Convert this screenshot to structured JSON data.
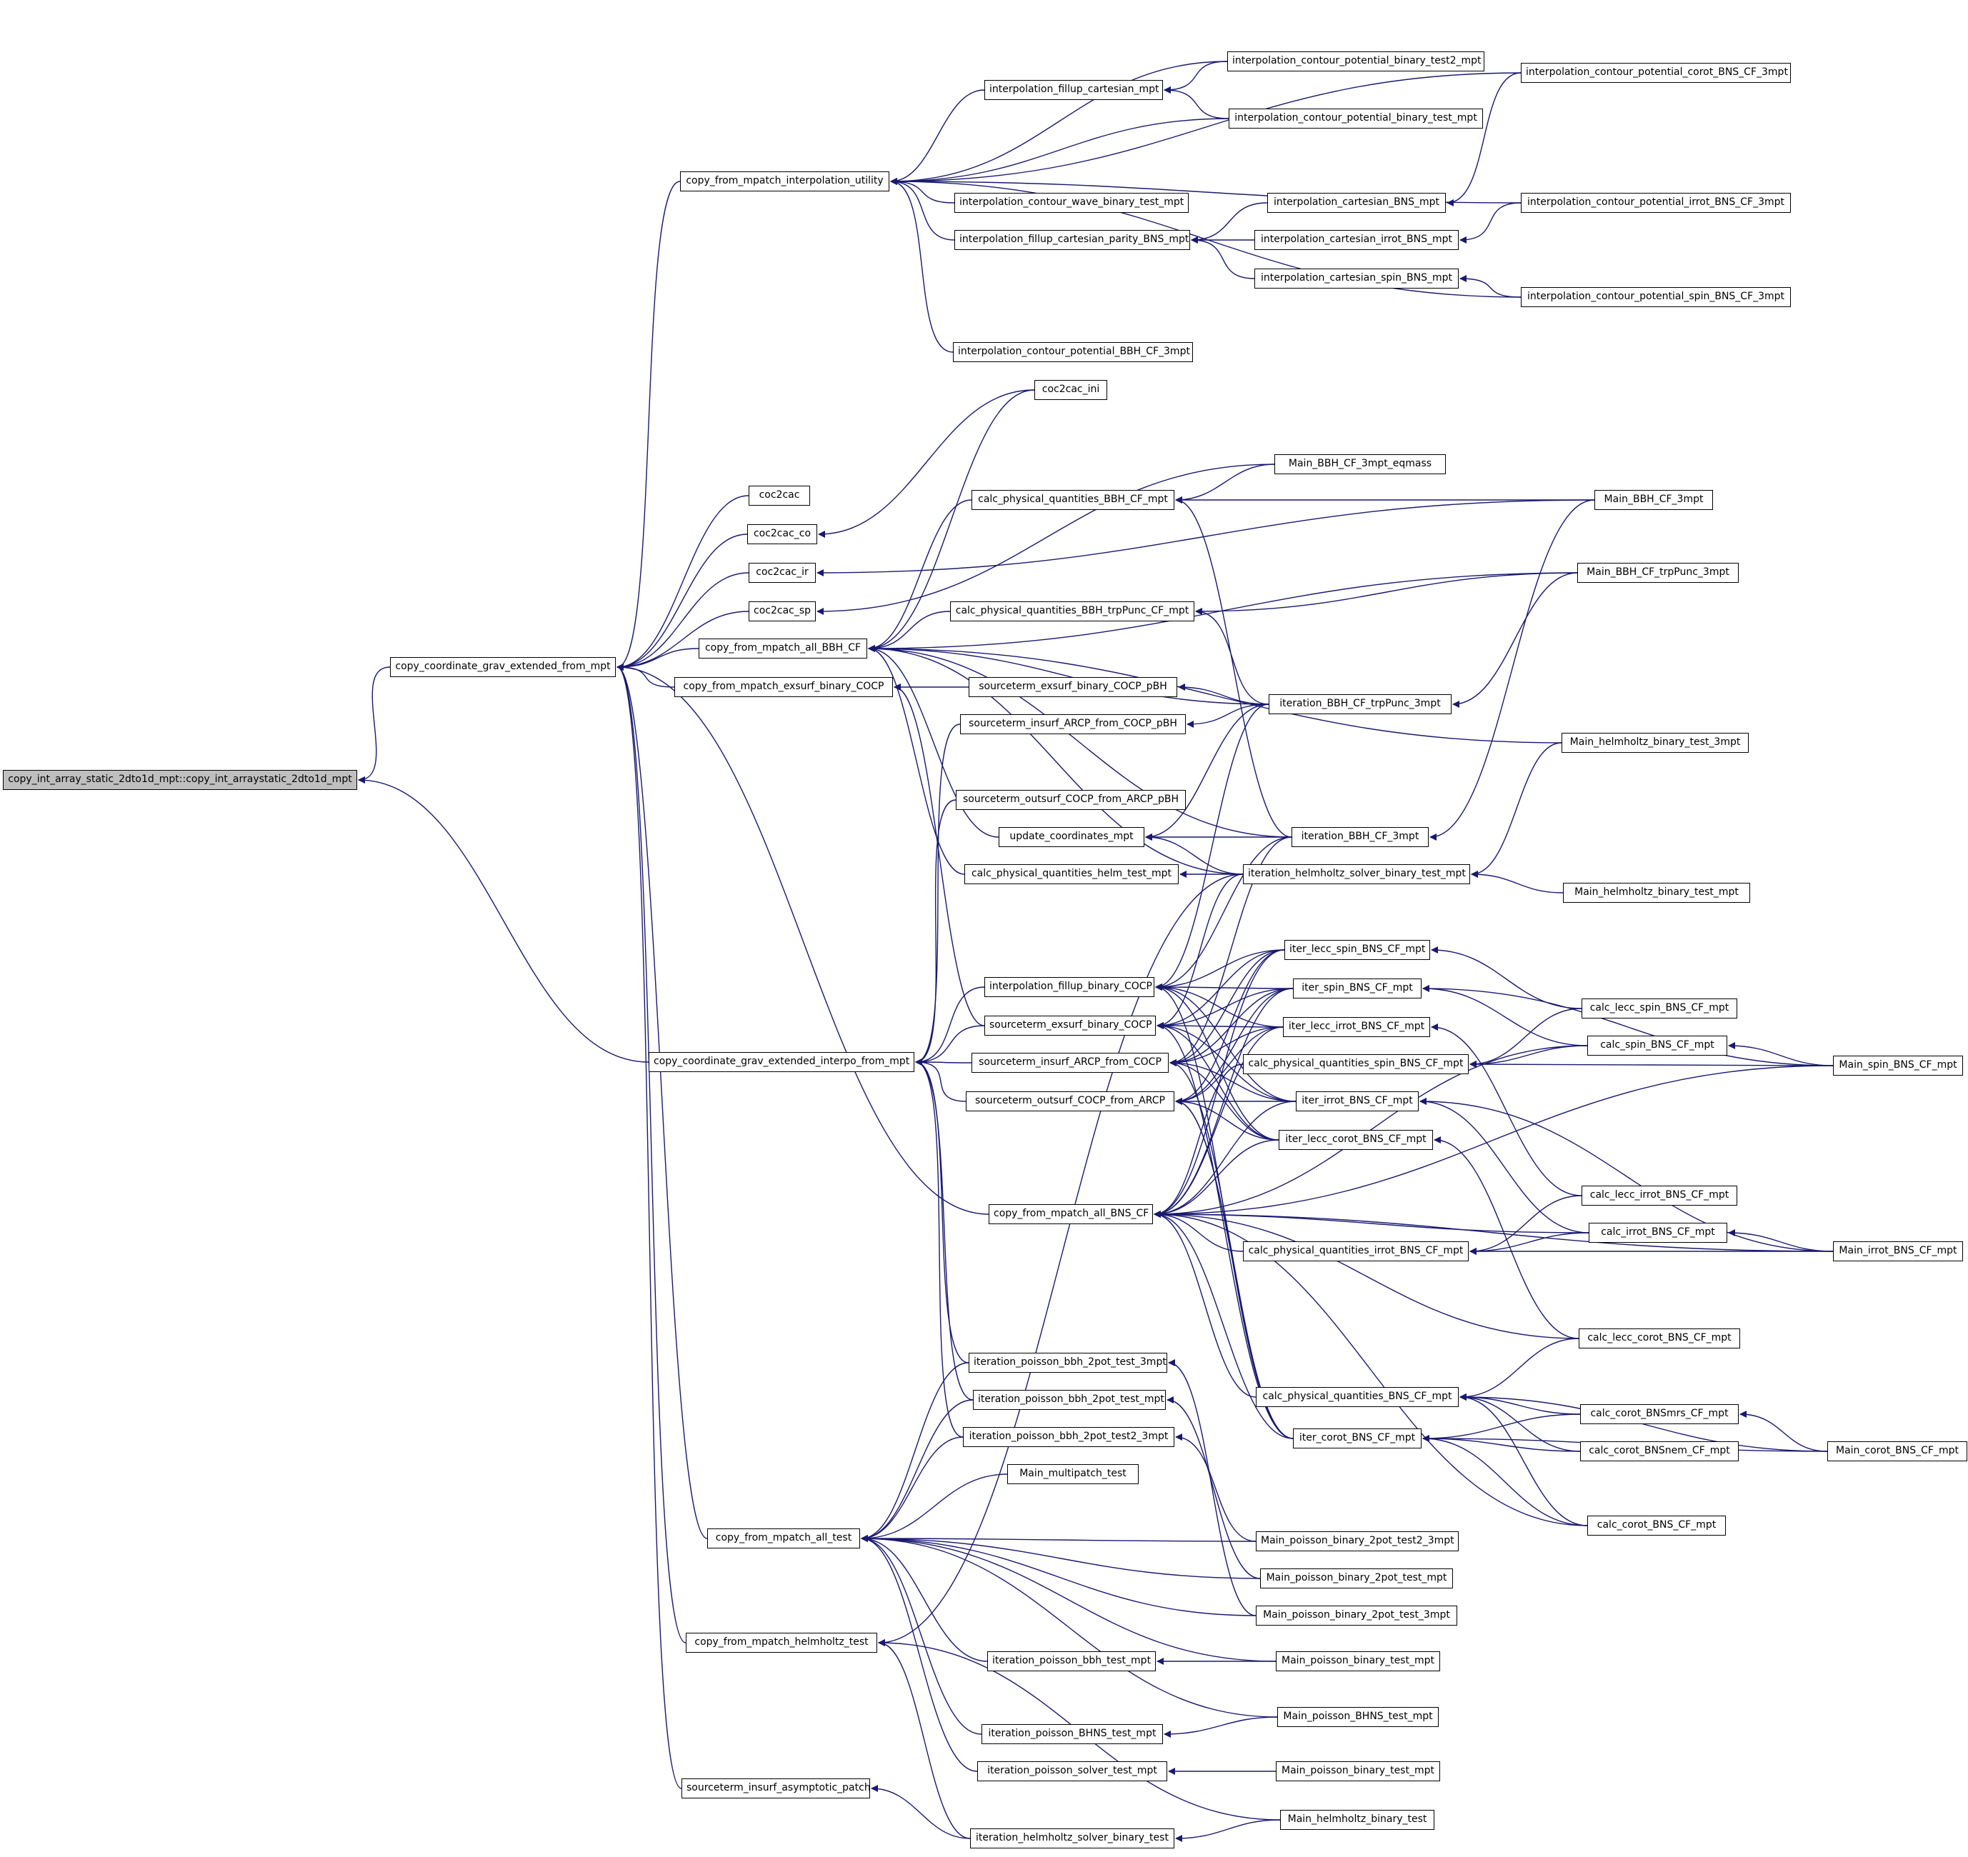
{
  "diagram": {
    "type": "call-graph",
    "edge_color": "#191970",
    "root_fill": "#bfbfbf",
    "nodes": [
      {
        "id": "root",
        "label": "copy_int_array_static_2dto1d_mpt::copy_int_arraystatic_2dto1d_mpt"
      },
      {
        "id": "cge",
        "label": "copy_coordinate_grav_extended_from_mpt"
      },
      {
        "id": "cgei",
        "label": "copy_coordinate_grav_extended_interpo_from_mpt"
      },
      {
        "id": "cfmiu",
        "label": "copy_from_mpatch_interpolation_utility"
      },
      {
        "id": "icpbt2",
        "label": "interpolation_contour_potential_binary_test2_mpt"
      },
      {
        "id": "ifc",
        "label": "interpolation_fillup_cartesian_mpt"
      },
      {
        "id": "icpcorot",
        "label": "interpolation_contour_potential_corot_BNS_CF_3mpt"
      },
      {
        "id": "icpbt",
        "label": "interpolation_contour_potential_binary_test_mpt"
      },
      {
        "id": "icwbt",
        "label": "interpolation_contour_wave_binary_test_mpt"
      },
      {
        "id": "icBNS",
        "label": "interpolation_cartesian_BNS_mpt"
      },
      {
        "id": "icpirrot",
        "label": "interpolation_contour_potential_irrot_BNS_CF_3mpt"
      },
      {
        "id": "ifcp",
        "label": "interpolation_fillup_cartesian_parity_BNS_mpt"
      },
      {
        "id": "icirrot",
        "label": "interpolation_cartesian_irrot_BNS_mpt"
      },
      {
        "id": "icspin",
        "label": "interpolation_cartesian_spin_BNS_mpt"
      },
      {
        "id": "icpspin",
        "label": "interpolation_contour_potential_spin_BNS_CF_3mpt"
      },
      {
        "id": "icpbbh",
        "label": "interpolation_contour_potential_BBH_CF_3mpt"
      },
      {
        "id": "coc2cacini",
        "label": "coc2cac_ini"
      },
      {
        "id": "mainbbheq",
        "label": "Main_BBH_CF_3mpt_eqmass"
      },
      {
        "id": "coc2cac",
        "label": "coc2cac"
      },
      {
        "id": "cpqbbh",
        "label": "calc_physical_quantities_BBH_CF_mpt"
      },
      {
        "id": "mainbbh",
        "label": "Main_BBH_CF_3mpt"
      },
      {
        "id": "coc2cacco",
        "label": "coc2cac_co"
      },
      {
        "id": "coc2cacir",
        "label": "coc2cac_ir"
      },
      {
        "id": "mainbbhtrp",
        "label": "Main_BBH_CF_trpPunc_3mpt"
      },
      {
        "id": "cpqbbhtrp",
        "label": "calc_physical_quantities_BBH_trpPunc_CF_mpt"
      },
      {
        "id": "coc2cacsp",
        "label": "coc2cac_sp"
      },
      {
        "id": "cfmbbh",
        "label": "copy_from_mpatch_all_BBH_CF"
      },
      {
        "id": "cfmexsurf",
        "label": "copy_from_mpatch_exsurf_binary_COCP"
      },
      {
        "id": "stexpbh",
        "label": "sourceterm_exsurf_binary_COCP_pBH"
      },
      {
        "id": "itbbhtrp",
        "label": "iteration_BBH_CF_trpPunc_3mpt"
      },
      {
        "id": "stinarcppbh",
        "label": "sourceterm_insurf_ARCP_from_COCP_pBH"
      },
      {
        "id": "mainhelm3",
        "label": "Main_helmholtz_binary_test_3mpt"
      },
      {
        "id": "stoutcocppbh",
        "label": "sourceterm_outsurf_COCP_from_ARCP_pBH"
      },
      {
        "id": "updcoord",
        "label": "update_coordinates_mpt"
      },
      {
        "id": "itbbh",
        "label": "iteration_BBH_CF_3mpt"
      },
      {
        "id": "cpqhelm",
        "label": "calc_physical_quantities_helm_test_mpt"
      },
      {
        "id": "ithelmmpt",
        "label": "iteration_helmholtz_solver_binary_test_mpt"
      },
      {
        "id": "mainhelmmpt",
        "label": "Main_helmholtz_binary_test_mpt"
      },
      {
        "id": "itleccspin",
        "label": "iter_lecc_spin_BNS_CF_mpt"
      },
      {
        "id": "ifbcocp",
        "label": "interpolation_fillup_binary_COCP"
      },
      {
        "id": "itspin",
        "label": "iter_spin_BNS_CF_mpt"
      },
      {
        "id": "cleccspin",
        "label": "calc_lecc_spin_BNS_CF_mpt"
      },
      {
        "id": "stexcocp",
        "label": "sourceterm_exsurf_binary_COCP"
      },
      {
        "id": "itleccirrot",
        "label": "iter_lecc_irrot_BNS_CF_mpt"
      },
      {
        "id": "cspin",
        "label": "calc_spin_BNS_CF_mpt"
      },
      {
        "id": "stinarcp",
        "label": "sourceterm_insurf_ARCP_from_COCP"
      },
      {
        "id": "cpqspin",
        "label": "calc_physical_quantities_spin_BNS_CF_mpt"
      },
      {
        "id": "mainspin",
        "label": "Main_spin_BNS_CF_mpt"
      },
      {
        "id": "stoutcocp",
        "label": "sourceterm_outsurf_COCP_from_ARCP"
      },
      {
        "id": "itirrot",
        "label": "iter_irrot_BNS_CF_mpt"
      },
      {
        "id": "itlecccorot",
        "label": "iter_lecc_corot_BNS_CF_mpt"
      },
      {
        "id": "cfmbns",
        "label": "copy_from_mpatch_all_BNS_CF"
      },
      {
        "id": "cleccirrot",
        "label": "calc_lecc_irrot_BNS_CF_mpt"
      },
      {
        "id": "cirrot",
        "label": "calc_irrot_BNS_CF_mpt"
      },
      {
        "id": "cpqirrot",
        "label": "calc_physical_quantities_irrot_BNS_CF_mpt"
      },
      {
        "id": "mainirrot",
        "label": "Main_irrot_BNS_CF_mpt"
      },
      {
        "id": "clecccorot",
        "label": "calc_lecc_corot_BNS_CF_mpt"
      },
      {
        "id": "itpbbh2p3",
        "label": "iteration_poisson_bbh_2pot_test_3mpt"
      },
      {
        "id": "cpqbns",
        "label": "calc_physical_quantities_BNS_CF_mpt"
      },
      {
        "id": "itpbbh2p",
        "label": "iteration_poisson_bbh_2pot_test_mpt"
      },
      {
        "id": "ccorotmrs",
        "label": "calc_corot_BNSmrs_CF_mpt"
      },
      {
        "id": "itpbbh2p2",
        "label": "iteration_poisson_bbh_2pot_test2_3mpt"
      },
      {
        "id": "itcorot",
        "label": "iter_corot_BNS_CF_mpt"
      },
      {
        "id": "ccorotnem",
        "label": "calc_corot_BNSnem_CF_mpt"
      },
      {
        "id": "maincorot",
        "label": "Main_corot_BNS_CF_mpt"
      },
      {
        "id": "mainmulti",
        "label": "Main_multipatch_test"
      },
      {
        "id": "ccorot",
        "label": "calc_corot_BNS_CF_mpt"
      },
      {
        "id": "cfmall",
        "label": "copy_from_mpatch_all_test"
      },
      {
        "id": "mainp2p2",
        "label": "Main_poisson_binary_2pot_test2_3mpt"
      },
      {
        "id": "mainp2p",
        "label": "Main_poisson_binary_2pot_test_mpt"
      },
      {
        "id": "cfmhelm",
        "label": "copy_from_mpatch_helmholtz_test"
      },
      {
        "id": "mainp2p3",
        "label": "Main_poisson_binary_2pot_test_3mpt"
      },
      {
        "id": "itpbbh",
        "label": "iteration_poisson_bbh_test_mpt"
      },
      {
        "id": "mainpbt",
        "label": "Main_poisson_binary_test_mpt"
      },
      {
        "id": "mainpbhns",
        "label": "Main_poisson_BHNS_test_mpt"
      },
      {
        "id": "itpbhns",
        "label": "iteration_poisson_BHNS_test_mpt"
      },
      {
        "id": "itpsolver",
        "label": "iteration_poisson_solver_test_mpt"
      },
      {
        "id": "mainpbt2",
        "label": "Main_poisson_binary_test_mpt"
      },
      {
        "id": "stinasym",
        "label": "sourceterm_insurf_asymptotic_patch"
      },
      {
        "id": "mainhelm",
        "label": "Main_helmholtz_binary_test"
      },
      {
        "id": "ithelm",
        "label": "iteration_helmholtz_solver_binary_test"
      }
    ]
  }
}
